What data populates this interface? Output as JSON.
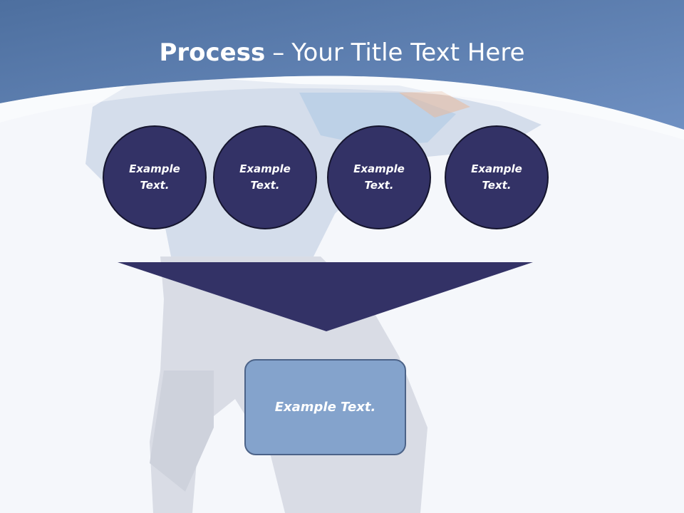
{
  "title": {
    "bold": "Process",
    "separator": "–",
    "rest": "Your Title Text Here"
  },
  "steps": [
    {
      "line1": "Example",
      "line2": "Text."
    },
    {
      "line1": "Example",
      "line2": "Text."
    },
    {
      "line1": "Example",
      "line2": "Text."
    },
    {
      "line1": "Example",
      "line2": "Text."
    }
  ],
  "result": {
    "label": "Example Text."
  },
  "colors": {
    "header_blue": "#5f7fb0",
    "circle_fill": "#333266",
    "funnel_fill": "#333266",
    "result_fill": "#84a3cc",
    "background": "#f5f7fb"
  }
}
